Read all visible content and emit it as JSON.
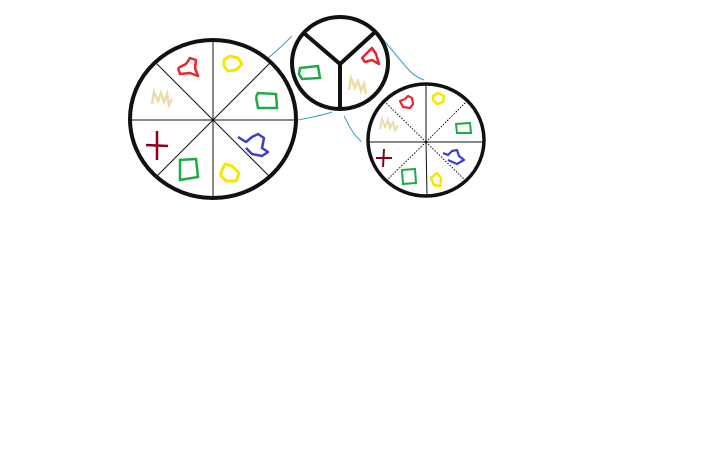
{
  "colors": {
    "background": "#ffffff",
    "outline": "#111111",
    "connector": "#3a9fc8",
    "red": "#e8262c",
    "yellow": "#f5e800",
    "green": "#1faa4a",
    "blue": "#3b3fc8",
    "tan": "#ecdcaa",
    "maroon": "#8b0018"
  },
  "wheels": [
    {
      "id": "large-wheel",
      "segments": 8,
      "symbols": [
        "red-squiggle-icon",
        "yellow-loop-icon",
        "green-square-icon",
        "blue-squiggle-icon",
        "yellow-loop-icon",
        "green-square-icon",
        "maroon-cross-icon",
        "tan-zigzag-icon"
      ]
    },
    {
      "id": "small-wheel",
      "segments": 3,
      "symbols": [
        "red-squiggle-icon",
        "tan-zigzag-icon",
        "green-square-icon"
      ]
    },
    {
      "id": "medium-wheel",
      "segments": 8,
      "symbols": [
        "red-squiggle-icon",
        "yellow-loop-icon",
        "green-square-icon",
        "blue-squiggle-icon",
        "yellow-loop-icon",
        "green-square-icon",
        "maroon-cross-icon",
        "tan-zigzag-icon"
      ]
    }
  ]
}
